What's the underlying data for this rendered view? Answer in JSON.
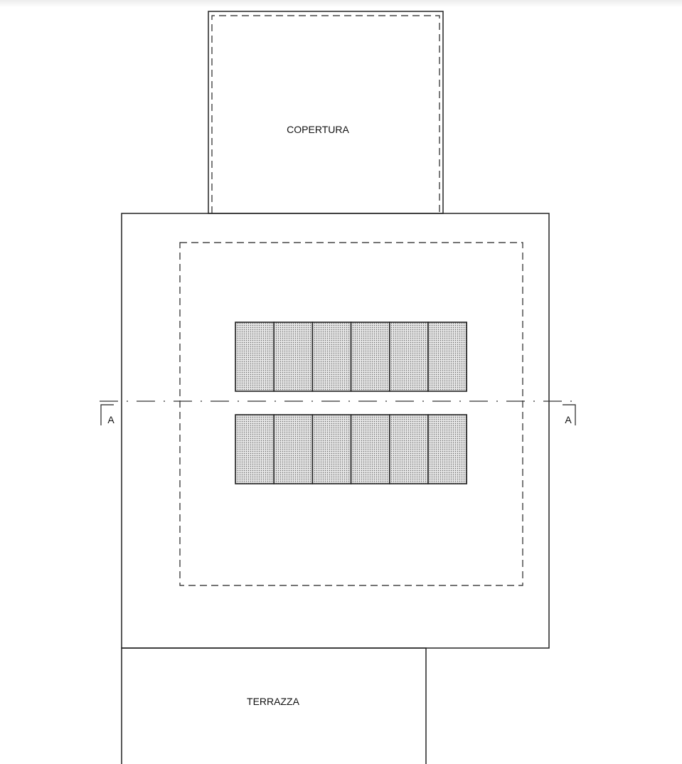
{
  "drawing": {
    "labels": {
      "roof": "COPERTURA",
      "terrace": "TERRAZZA",
      "section_left": "A",
      "section_right": "A"
    },
    "panel_rows": 2,
    "panels_per_row": 6,
    "colors": {
      "line": "#222222",
      "panel_fill": "#d8d8d8",
      "panel_dot": "#555555"
    }
  }
}
